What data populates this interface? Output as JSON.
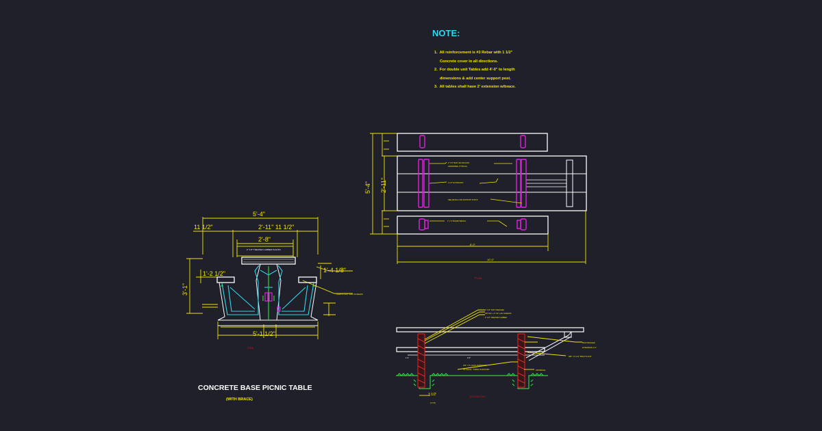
{
  "note": {
    "title": "NOTE:",
    "items": [
      {
        "num": "1.",
        "line1": "All reinforcement is #3 Rebar with 1 1/2\"",
        "line2": "Concrete cover in all directions."
      },
      {
        "num": "2.",
        "line1": "For double unit Tables add 4'-0\" to length",
        "line2": "dimensions & add center support post."
      },
      {
        "num": "3.",
        "line1": "All tables shall have 2' extension w/brace.",
        "line2": ""
      }
    ]
  },
  "title": {
    "main": "CONCRETE BASE PICNIC TABLE",
    "sub": "(WITH BRACE)"
  },
  "views": {
    "side_label": "SIDE",
    "plan_label": "PLAN",
    "elevation_label": "ELEVATION"
  },
  "side_dims": {
    "overall_width": "5'-4\"",
    "left_overhang": "11 1/2\"",
    "top_span": "2'-11\" 11 1/2\"",
    "table_top_width": "2'-8\"",
    "bench_width_left": "1'-2 1/2\"",
    "bench_offset_right": "1'-4 1/8\"",
    "base_width": "5'-1 1/2\"",
    "overall_height": "3'-1\"",
    "bolt_note": "4-3/8\"x 3 1/2\" LAG SCREWS"
  },
  "plan_dims": {
    "height_overall": "5'-4\"",
    "height_inner": "2'-11\"",
    "length_inner": "8'-0\"",
    "length_overall": "10'-0\""
  },
  "elevation_dims": {
    "footing_depth": "3 1/2'",
    "footing_note": "(TYP)",
    "support_note_1": "3/4\" x 6 LAGS SUPPORT",
    "support_note_2": "IN CONC. TABLE SUPPORT",
    "bolt_note": "5/8\" x 5 1/2\" BOLTS NUT"
  }
}
